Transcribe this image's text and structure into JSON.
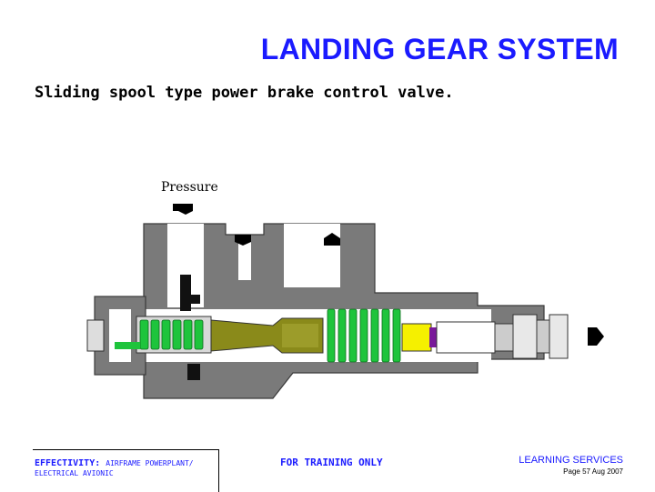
{
  "header": {
    "title": "LANDING GEAR SYSTEM",
    "subtitle": "Sliding spool type power brake control valve."
  },
  "diagram": {
    "pressure_label": "Pressure",
    "colors": {
      "body": "#7a7a7a",
      "spring": "#1ec43c",
      "spool": "#8a8a1a",
      "piston": "#f5f000",
      "seal": "#7a1a9a",
      "cavity": "#ffffff"
    }
  },
  "footer": {
    "effectivity_label": "EFFECTIVITY:",
    "effectivity_value": "AIRFRAME POWERPLANT/",
    "effectivity_line2": "ELECTRICAL AVIONIC",
    "center": "FOR TRAINING ONLY",
    "brand": "LEARNING SERVICES",
    "page": "Page 57 Aug 2007"
  }
}
